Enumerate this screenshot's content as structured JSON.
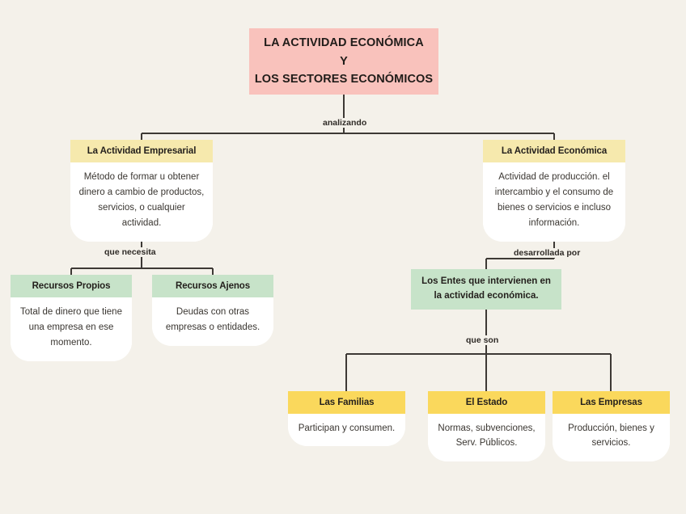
{
  "diagram": {
    "background_color": "#f4f1ea",
    "connector_color": "#3d3935",
    "root": {
      "title": "LA ACTIVIDAD ECONÓMICA\nY\nLOS SECTORES ECONÓMICOS",
      "accent_color": "#f9c2bc"
    },
    "edge_labels": {
      "analizando": "analizando",
      "que_necesita": "que necesita",
      "desarrollada_por": "desarrollada por",
      "que_son": "que son"
    },
    "branches": [
      {
        "id": "actividad-empresarial",
        "title": "La Actividad Empresarial",
        "body": "Método de formar u obtener dinero a cambio de productos, servicios, o cualquier actividad.",
        "accent_color": "#f6e9ad"
      },
      {
        "id": "actividad-economica",
        "title": "La Actividad Económica",
        "body": "Actividad de producción. el intercambio y el consumo de bienes o servicios e incluso información.",
        "accent_color": "#f6e9ad"
      }
    ],
    "resources": [
      {
        "id": "recursos-propios",
        "title": "Recursos Propios",
        "body": "Total de dinero que tiene una empresa en ese momento.",
        "accent_color": "#c7e3c9"
      },
      {
        "id": "recursos-ajenos",
        "title": "Recursos Ajenos",
        "body": "Deudas con otras empresas o entidades.",
        "accent_color": "#c7e3c9"
      }
    ],
    "entes": {
      "id": "los-entes",
      "title": "Los Entes que intervienen en la actividad económica.",
      "accent_color": "#c7e3c9"
    },
    "agents": [
      {
        "id": "las-familias",
        "title": "Las Familias",
        "body": "Participan y consumen.",
        "accent_color": "#fad85c"
      },
      {
        "id": "el-estado",
        "title": "El Estado",
        "body": "Normas, subvenciones, Serv. Públicos.",
        "accent_color": "#fad85c"
      },
      {
        "id": "las-empresas",
        "title": "Las Empresas",
        "body": "Producción, bienes y servicios.",
        "accent_color": "#fad85c"
      }
    ]
  }
}
